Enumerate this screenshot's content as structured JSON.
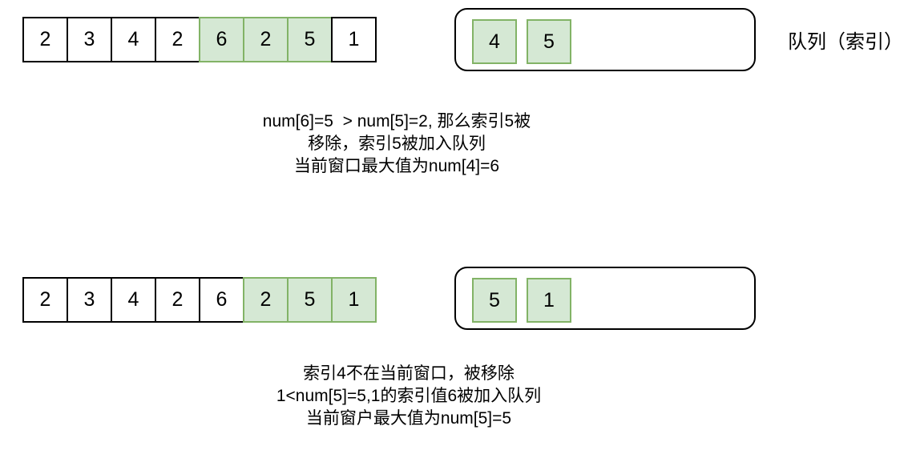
{
  "queue_label": "队列（索引）",
  "colors": {
    "highlight_fill": "#d5e8d4",
    "highlight_border": "#82b366",
    "cell_border": "#000000",
    "background": "#ffffff"
  },
  "steps": [
    {
      "array": {
        "values": [
          "2",
          "3",
          "4",
          "2",
          "6",
          "2",
          "5",
          "1"
        ],
        "highlighted_indices": [
          4,
          5,
          6
        ]
      },
      "queue": {
        "items": [
          "4",
          "5"
        ]
      },
      "caption": {
        "line1": "num[6]=5  > num[5]=2, 那么索引5被",
        "line2": "移除，索引5被加入队列",
        "line3": "当前窗口最大值为num[4]=6"
      }
    },
    {
      "array": {
        "values": [
          "2",
          "3",
          "4",
          "2",
          "6",
          "2",
          "5",
          "1"
        ],
        "highlighted_indices": [
          5,
          6,
          7
        ]
      },
      "queue": {
        "items": [
          "5",
          "1"
        ]
      },
      "caption": {
        "line1": "索引4不在当前窗口，被移除",
        "line2": "1<num[5]=5,1的索引值6被加入队列",
        "line3": "当前窗户最大值为num[5]=5"
      }
    }
  ]
}
